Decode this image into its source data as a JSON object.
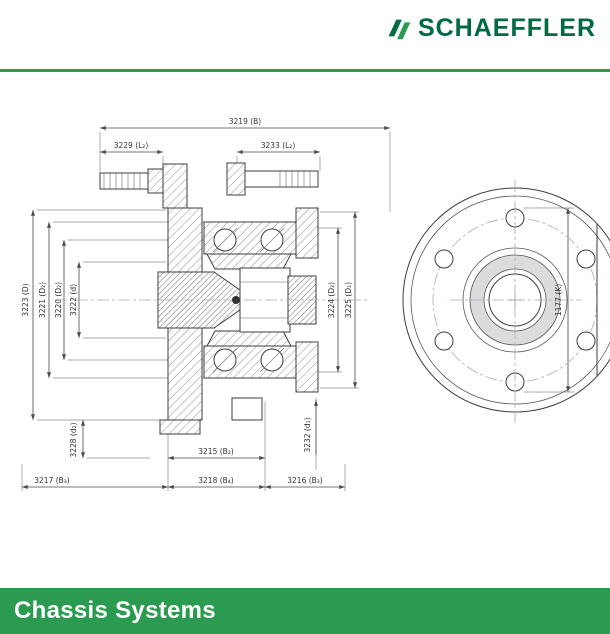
{
  "header": {
    "brand": "SCHAEFFLER"
  },
  "footer": {
    "title": "Chassis Systems"
  },
  "colors": {
    "brand_dark_green": "#006A42",
    "brand_green": "#2A9B50"
  },
  "drawing": {
    "dims": {
      "b": "3219 (B)",
      "l2_left": "3229 (L₂)",
      "l2_right": "3233 (L₂)",
      "d": "3223 (D)",
      "d2_outer": "3221 (D₂)",
      "d2_inner": "3220 (D₂)",
      "d_bore": "3222 (d)",
      "d2_right": "3224 (D₂)",
      "d1_right": "3225 (D₁)",
      "d2_pilot": "3228 (d₂)",
      "d1_pilot": "3232 (d₁)",
      "b2": "3215 (B₂)",
      "b3_left": "3217 (B₃)",
      "b4": "3218 (B₄)",
      "b3_right": "3216 (B₃)",
      "k": "1177 (K)"
    }
  }
}
